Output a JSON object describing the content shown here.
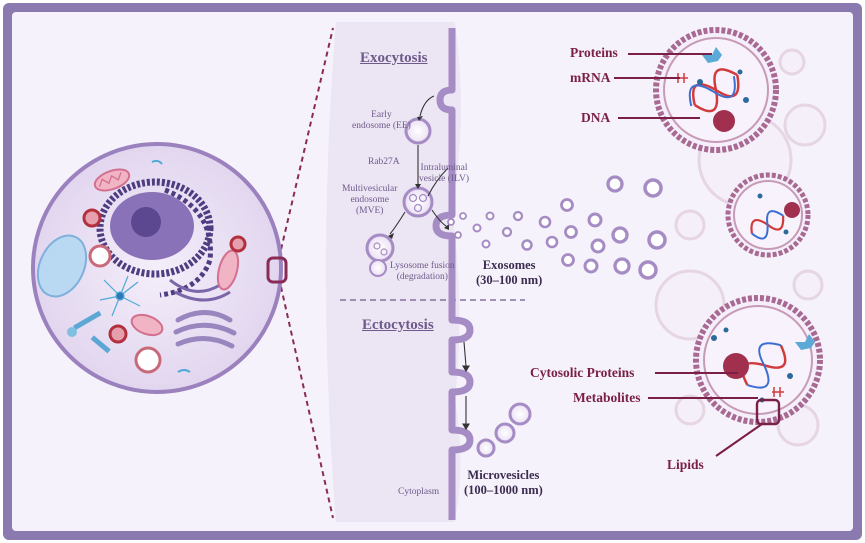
{
  "exocytosis": {
    "title": "Exocytosis",
    "early_endosome": [
      "Early",
      "endosome (EE)"
    ],
    "rab27a": "Rab27A",
    "ilv": [
      "Intraluminal",
      "vesicle (ILV)"
    ],
    "mve": [
      "Multivesicular",
      "endosome",
      "(MVE)"
    ],
    "lysosome": [
      "Lysosome fusion",
      "(degradation)"
    ],
    "exosomes": [
      "Exosomes",
      "(30–100 nm)"
    ]
  },
  "ectocytosis": {
    "title": "Ectocytosis",
    "microvesicles": [
      "Microvesicles",
      "(100–1000 nm)"
    ],
    "cytoplasm": "Cytoplasm"
  },
  "cargo_labels": {
    "proteins": "Proteins",
    "mrna": "mRNA",
    "dna": "DNA",
    "cytosolic_proteins": "Cytosolic Proteins",
    "metabolites": "Metabolites",
    "lipids": "Lipids"
  },
  "colors": {
    "frame": "#8b7ab0",
    "background": "#f6f2fb",
    "membrane": "#a68cc4",
    "label_red": "#7a1f45",
    "nucleus": "#5c4890"
  }
}
